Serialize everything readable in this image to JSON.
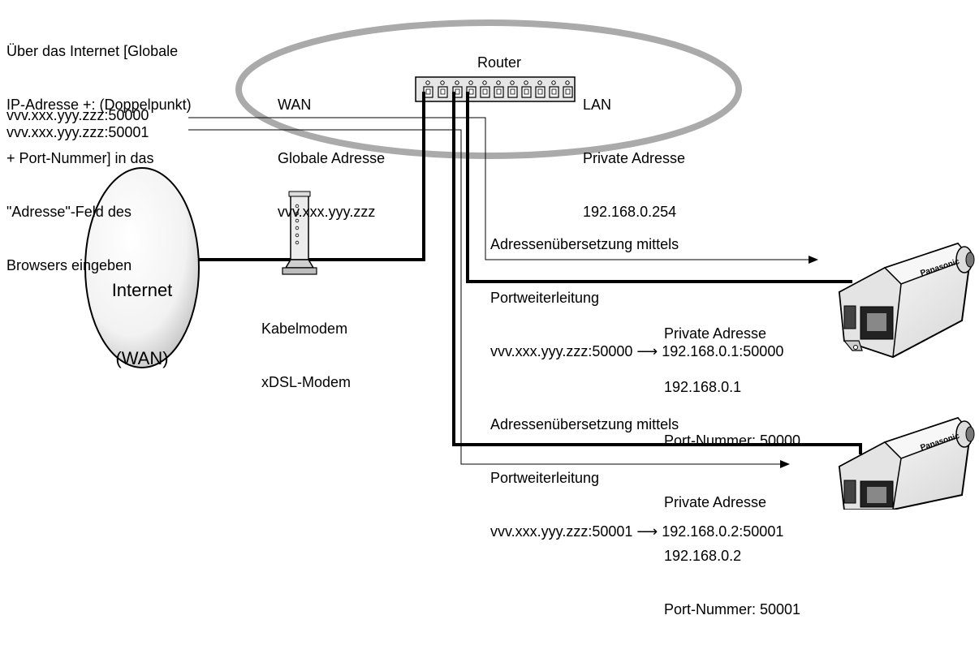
{
  "browser_note": {
    "lines": [
      "Über das Internet [Globale",
      "IP-Adresse +: (Doppelpunkt)",
      "+ Port-Nummer] in das",
      "\"Adresse\"-Feld des",
      "Browsers eingeben"
    ],
    "url_1": "vvv.xxx.yyy.zzz:50000",
    "url_2": "vvv.xxx.yyy.zzz:50001"
  },
  "router": {
    "title": "Router",
    "wan": [
      "WAN",
      "Globale Adresse",
      "vvv.xxx.yyy.zzz"
    ],
    "lan": [
      "LAN",
      "Private Adresse",
      "192.168.0.254"
    ]
  },
  "internet": [
    "Internet",
    "(WAN)"
  ],
  "modem": [
    "Kabelmodem",
    "xDSL-Modem"
  ],
  "forward_1": {
    "lines": [
      "Adressenübersetzung mittels",
      "Portweiterleitung",
      "vvv.xxx.yyy.zzz:50000 ⟶ 192.168.0.1:50000"
    ]
  },
  "forward_2": {
    "lines": [
      "Adressenübersetzung mittels",
      "Portweiterleitung",
      "vvv.xxx.yyy.zzz:50001 ⟶ 192.168.0.2:50001"
    ]
  },
  "camera_1": {
    "brand": "Panasonic",
    "lines": [
      "Private Adresse",
      "192.168.0.1",
      "Port-Nummer: 50000"
    ]
  },
  "camera_2": {
    "brand": "Panasonic",
    "lines": [
      "Private Adresse",
      "192.168.0.2",
      "Port-Nummer: 50001"
    ]
  },
  "colors": {
    "ellipse": "#aaaaaa",
    "line": "#000000",
    "device_shade": "#cfcfcf"
  }
}
